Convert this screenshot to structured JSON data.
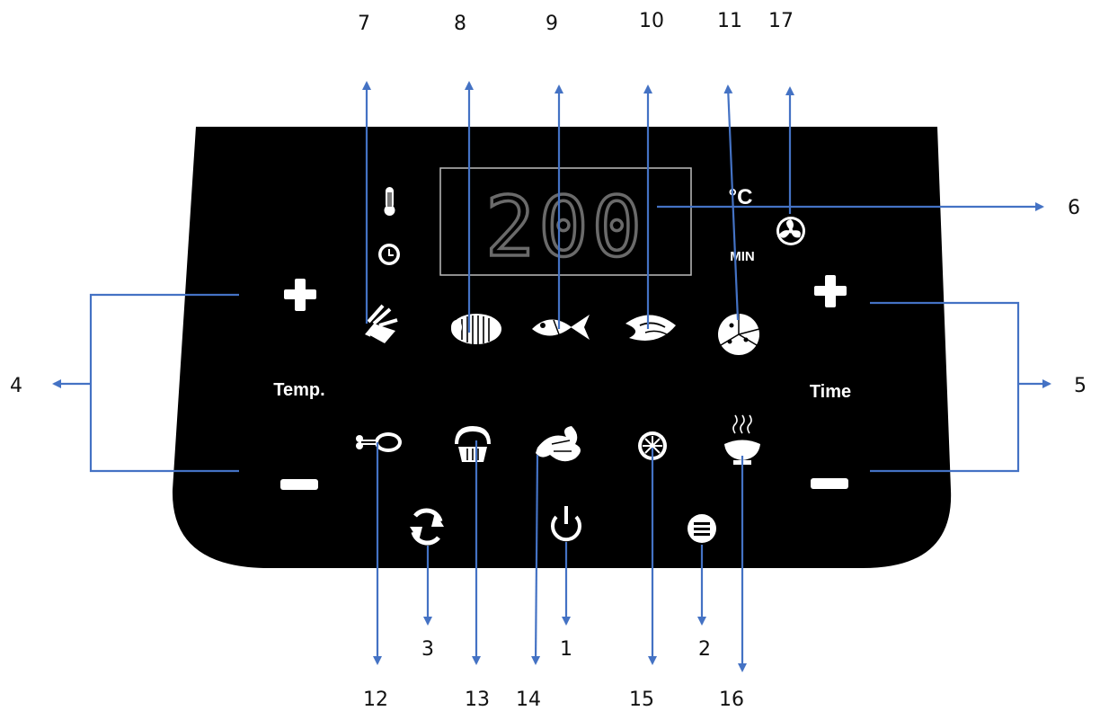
{
  "panel": {
    "display_value": "200",
    "unit_celsius": "°C",
    "unit_minutes": "MIN",
    "temp_label": "Temp.",
    "time_label": "Time"
  },
  "callouts": {
    "n1": "1",
    "n2": "2",
    "n3": "3",
    "n4": "4",
    "n5": "5",
    "n6": "6",
    "n7": "7",
    "n8": "8",
    "n9": "9",
    "n10": "10",
    "n11": "11",
    "n12": "12",
    "n13": "13",
    "n14": "14",
    "n15": "15",
    "n16": "16",
    "n17": "17"
  },
  "icons": {
    "thermometer": "thermometer-icon",
    "clock": "clock-icon",
    "fan": "fan-icon",
    "fries": "fries-icon",
    "steak": "steak-icon",
    "fish": "fish-icon",
    "shrimp": "shrimp-icon",
    "pizza": "pizza-icon",
    "drumstick": "drumstick-icon",
    "cake": "cake-icon",
    "vegetable": "vegetable-icon",
    "fruit": "fruit-slice-icon",
    "reheat": "steaming-bowl-icon",
    "rotate": "rotate-icon",
    "power": "power-icon",
    "menu": "menu-icon"
  },
  "colors": {
    "panel": "#000000",
    "callout_arrow": "#4472c4",
    "segment_display": "#555555"
  }
}
